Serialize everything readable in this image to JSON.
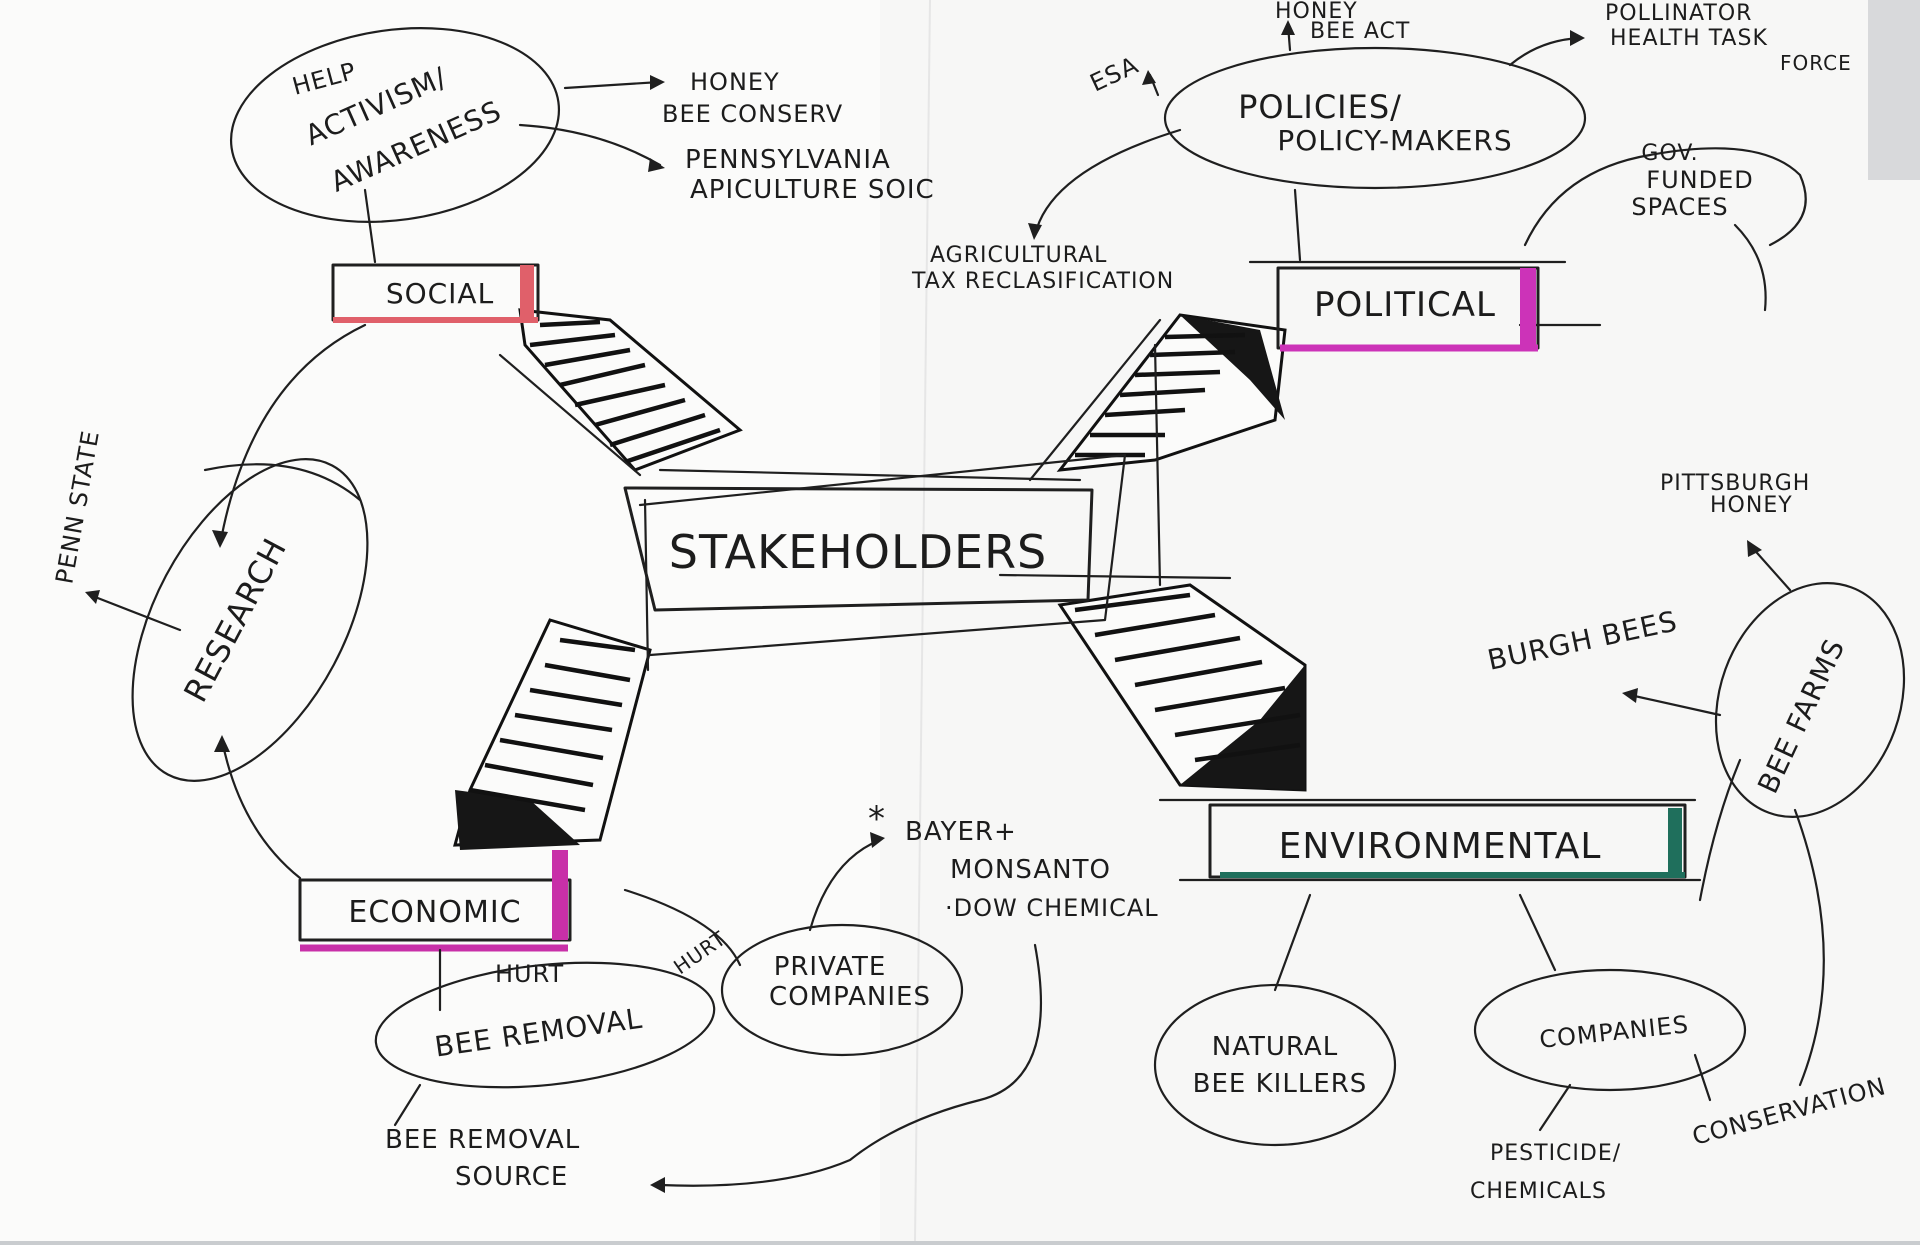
{
  "colors": {
    "paper": "#fbfbfa",
    "ink": "#1c1c1c",
    "social": "#e0606a",
    "political": "#cc33b8",
    "economic": "#c830a8",
    "environmental": "#1f6f5c",
    "hurt": "#4a5a2a"
  },
  "center": {
    "label": "STAKEHOLDERS"
  },
  "categories": {
    "social": "SOCIAL",
    "political": "POLITICAL",
    "economic": "ECONOMIC",
    "environmental": "ENVIRONMENTAL"
  },
  "nodes": {
    "activism": [
      "ACTIVISM/",
      "AWARENESS"
    ],
    "research": "RESEARCH",
    "policies": [
      "POLICIES/",
      "POLICY-MAKERS"
    ],
    "private_companies": [
      "PRIVATE",
      "COMPANIES"
    ],
    "bee_removal": "BEE REMOVAL",
    "natural_bee_killers": [
      "NATURAL",
      "BEE KILLERS"
    ],
    "companies": "COMPANIES",
    "bee_farms": "BEE FARMS"
  },
  "labels": {
    "help": "HELP",
    "honey_bee_conserv": [
      "HONEY",
      "BEE CONSERV"
    ],
    "pennsylvania": [
      "PENNSYLVANIA",
      "APICULTURE SOIC"
    ],
    "penn_state": "PENN STATE",
    "honey_bee_act": [
      "HONEY",
      "BEE ACT"
    ],
    "esa": "ESA",
    "pollinator": [
      "POLLINATOR",
      "HEALTH TASK",
      "FORCE"
    ],
    "gov_funded": [
      "GOV.",
      "FUNDED",
      "SPACES"
    ],
    "agricultural": [
      "AGRICULTURAL",
      "TAX RECLASIFICATION"
    ],
    "pittsburgh_honey": [
      "PITTSBURGH",
      "HONEY"
    ],
    "burgh_bees": "BURGH BEES",
    "bayer": [
      "BAYER+",
      "MONSANTO",
      "·DOW CHEMICAL"
    ],
    "star": "*",
    "hurt_1": "HURT",
    "hurt_2": "HURT",
    "bee_removal_source": [
      "BEE REMOVAL",
      "SOURCE"
    ],
    "pesticide": [
      "PESTICIDE/",
      "CHEMICALS"
    ],
    "conservation": "CONSERVATION"
  }
}
